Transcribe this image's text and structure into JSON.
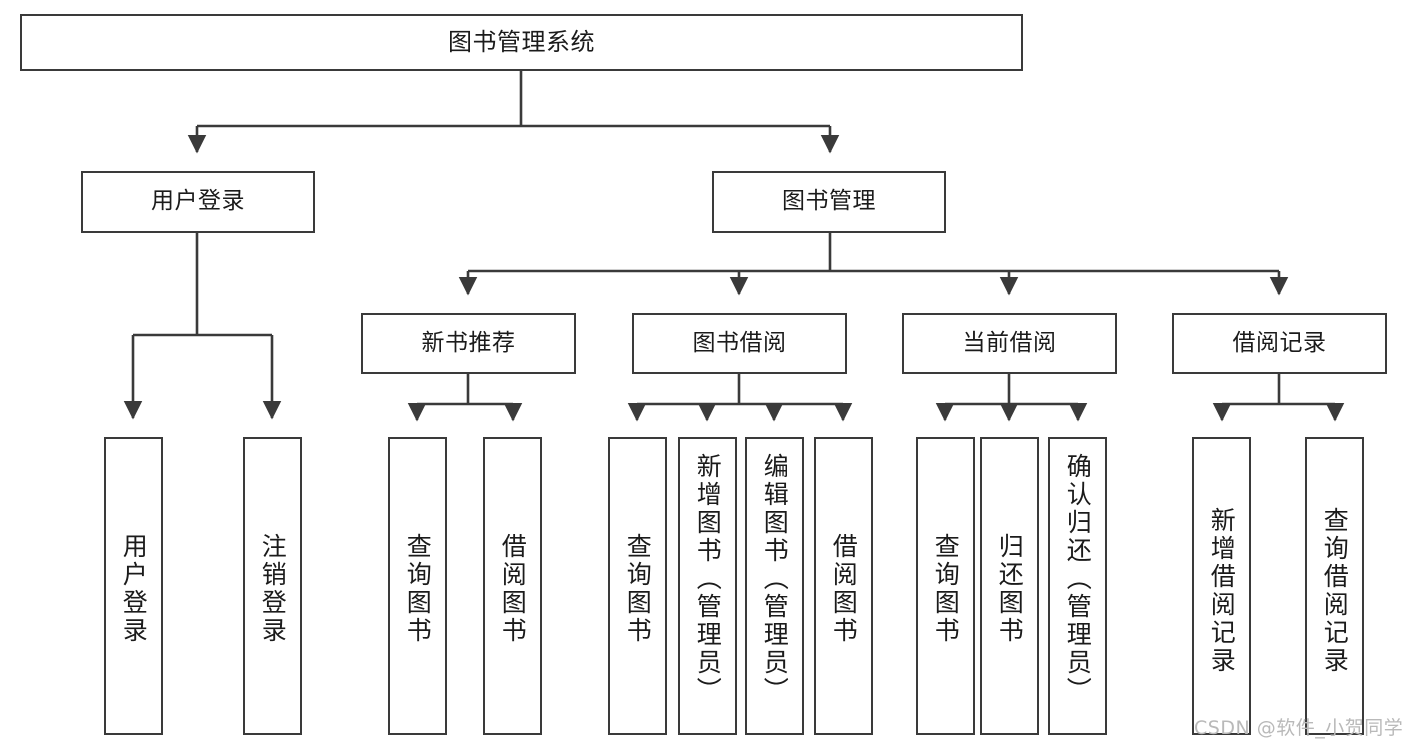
{
  "diagram": {
    "title": "图书管理系统",
    "type": "功能结构图",
    "style": {
      "box_stroke": "#3a3a3a",
      "box_fill": "#ffffff",
      "text_color": "#1b1b1b",
      "background": "#ffffff",
      "watermark_color": "#b9b9b9"
    }
  },
  "watermark": {
    "text": "CSDN @软件_小贺同学"
  },
  "nodes": {
    "root": {
      "label": "图书管理系统"
    },
    "level2": [
      {
        "id": "user-login",
        "label": "用户登录"
      },
      {
        "id": "book-manage",
        "label": "图书管理"
      }
    ],
    "level3": [
      {
        "id": "new-book-recommend",
        "label": "新书推荐"
      },
      {
        "id": "book-borrow",
        "label": "图书借阅"
      },
      {
        "id": "current-borrow",
        "label": "当前借阅"
      },
      {
        "id": "borrow-record",
        "label": "借阅记录"
      }
    ],
    "leaves": {
      "user_login": [
        {
          "id": "leaf-user-login",
          "label": "用户登录"
        },
        {
          "id": "leaf-logout-login",
          "label": "注销登录"
        }
      ],
      "new_book_recommend": [
        {
          "id": "leaf-query-book-1",
          "label": "查询图书"
        },
        {
          "id": "leaf-borrow-book-1",
          "label": "借阅图书"
        }
      ],
      "book_borrow": [
        {
          "id": "leaf-query-book-2",
          "label": "查询图书"
        },
        {
          "id": "leaf-add-book",
          "label": "新增图书（管理员）"
        },
        {
          "id": "leaf-edit-book",
          "label": "编辑图书（管理员）"
        },
        {
          "id": "leaf-borrow-book-2",
          "label": "借阅图书"
        }
      ],
      "current_borrow": [
        {
          "id": "leaf-query-book-3",
          "label": "查询图书"
        },
        {
          "id": "leaf-return-book",
          "label": "归还图书"
        },
        {
          "id": "leaf-confirm-return",
          "label": "确认归还（管理员）"
        }
      ],
      "borrow_record": [
        {
          "id": "leaf-add-borrow-record",
          "label": "新增借阅记录"
        },
        {
          "id": "leaf-query-borrow-record",
          "label": "查询借阅记录"
        }
      ]
    }
  }
}
